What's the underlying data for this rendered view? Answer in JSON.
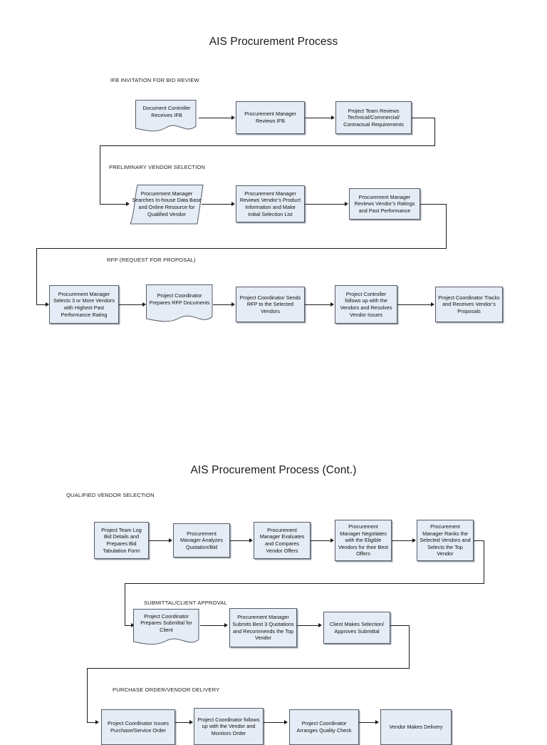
{
  "document": {
    "type": "flowchart",
    "theme": {
      "node_fill": "#e6ecf5",
      "node_border": "#555c66",
      "node_shadow": "#9aa0a8",
      "connector": "#1b1b1b",
      "text": "#111111",
      "background": "#ffffff"
    }
  },
  "page1": {
    "title": "AIS Procurement Process",
    "sections": [
      {
        "id": "ifb",
        "label": "IFB INVITATION FOR BID REVIEW",
        "nodes": [
          {
            "id": "p1n1",
            "shape": "document",
            "text": "Document Controller Receives IFB"
          },
          {
            "id": "p1n2",
            "shape": "process",
            "text": "Procurement Manager Reviews IFB"
          },
          {
            "id": "p1n3",
            "shape": "process",
            "text": "Project Team Reviews Technical/Commercial/ Contractual Requirements"
          }
        ]
      },
      {
        "id": "prelim",
        "label": "PRELIMINARY VENDOR SELECTION",
        "nodes": [
          {
            "id": "p1n4",
            "shape": "flag",
            "text": "Procurement Manager Searches In-house Data Base and Online Resource for Qualified Vendor"
          },
          {
            "id": "p1n5",
            "shape": "process",
            "text": "Procurement Manager Reviews Vendor’s Product Information and Make Initial Selection List"
          },
          {
            "id": "p1n6",
            "shape": "process",
            "text": "Procurement Manager Reviews Vendor’s Ratings and Past Performance"
          }
        ]
      },
      {
        "id": "rfp",
        "label": "RFP (REQUEST FOR PROPOSAL)",
        "nodes": [
          {
            "id": "p1n7",
            "shape": "process",
            "text": "Procurement Manager Selects 3 or More Vendors with Highest Past Performance Rating"
          },
          {
            "id": "p1n8",
            "shape": "document",
            "text": "Project Coordinator Prepares RFP Documents"
          },
          {
            "id": "p1n9",
            "shape": "process",
            "text": "Project Coordinator Sends RFP to the Selected Vendors"
          },
          {
            "id": "p1n10",
            "shape": "process",
            "text": "Project Controller follows up with the Vendors and Resolves Vendor Issues"
          },
          {
            "id": "p1n11",
            "shape": "process",
            "text": "Project Coordinator Tracks and Receives Vendor’s Proposals"
          }
        ]
      }
    ]
  },
  "page2": {
    "title": "AIS Procurement Process (Cont.)",
    "sections": [
      {
        "id": "qualified",
        "label": "QUALIFIED VENDOR SELECTION",
        "nodes": [
          {
            "id": "p2n1",
            "shape": "process",
            "text": "Project Team Log Bid Details and Prepares Bid Tabulation Form"
          },
          {
            "id": "p2n2",
            "shape": "process",
            "text": "Procurement Manager Analyzes Quotation/Bid"
          },
          {
            "id": "p2n3",
            "shape": "process",
            "text": "Procurement Manager Evaluates and Compares Vendor Offers"
          },
          {
            "id": "p2n4",
            "shape": "process",
            "text": "Procurement Manager Negotiates with the Eligible Vendors for their Best Offers"
          },
          {
            "id": "p2n5",
            "shape": "process",
            "text": "Procurement Manager Ranks the Selected Vendors and Selects the Top Vendor"
          }
        ]
      },
      {
        "id": "submittal",
        "label": "SUBMITTAL/CLIENT APPROVAL",
        "nodes": [
          {
            "id": "p2n6",
            "shape": "document",
            "text": "Project Coordinator Prepares Submittal for Client"
          },
          {
            "id": "p2n7",
            "shape": "process",
            "text": "Procurement Manager Submits Best 3 Quotations and Recommends the Top Vendor"
          },
          {
            "id": "p2n8",
            "shape": "process",
            "text": "Client Makes Selection/ Approves Submittal"
          }
        ]
      },
      {
        "id": "po",
        "label": "PURCHASE ORDER/VENDOR DELIVERY",
        "nodes": [
          {
            "id": "p2n9",
            "shape": "process",
            "text": "Project Coordinator Issues Purchase/Service Order"
          },
          {
            "id": "p2n10",
            "shape": "process",
            "text": "Project Coordinator follows up with the Vendor and Monitors Order"
          },
          {
            "id": "p2n11",
            "shape": "process",
            "text": "Project Coordinator Arranges Quality Check"
          },
          {
            "id": "p2n12",
            "shape": "process",
            "text": "Vendor Makes Delivery"
          }
        ]
      }
    ]
  }
}
